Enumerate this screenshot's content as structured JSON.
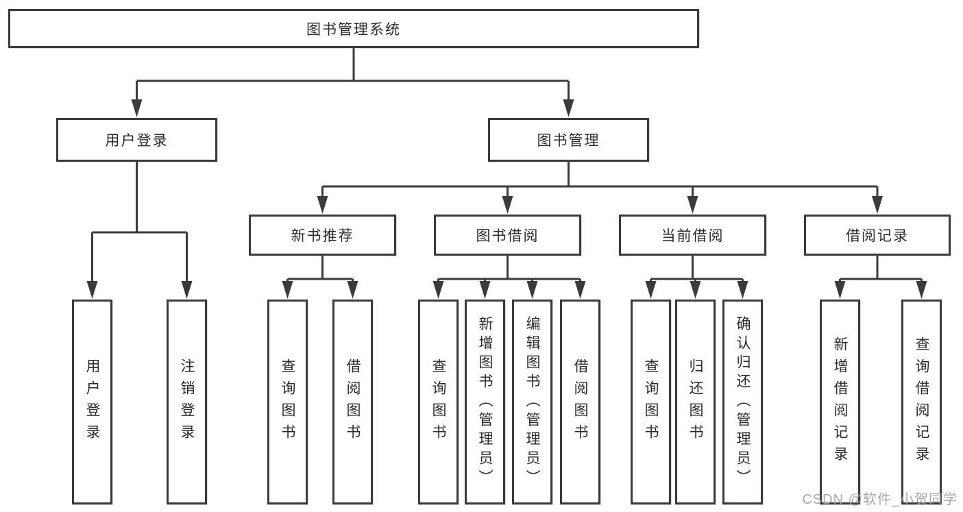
{
  "diagram": {
    "root": {
      "label": "图书管理系统"
    },
    "level2": [
      {
        "label": "用户登录"
      },
      {
        "label": "图书管理"
      }
    ],
    "level3": [
      {
        "label": "新书推荐"
      },
      {
        "label": "图书借阅"
      },
      {
        "label": "当前借阅"
      },
      {
        "label": "借阅记录"
      }
    ],
    "leaves": {
      "user_login": [
        {
          "label": "用户登录"
        },
        {
          "label": "注销登录"
        }
      ],
      "new_book_recommend": [
        {
          "label": "查询图书"
        },
        {
          "label": "借阅图书"
        }
      ],
      "book_borrow": [
        {
          "label": "查询图书"
        },
        {
          "label": "新增图书（管理员）"
        },
        {
          "label": "编辑图书（管理员）"
        },
        {
          "label": "借阅图书"
        }
      ],
      "current_borrow": [
        {
          "label": "查询图书"
        },
        {
          "label": "归还图书"
        },
        {
          "label": "确认归还（管理员）"
        }
      ],
      "borrow_records": [
        {
          "label": "新增借阅记录"
        },
        {
          "label": "查询借阅记录"
        }
      ]
    },
    "watermark": "CSDN @软件_小贺同学",
    "colors": {
      "line": "#3b3b3b",
      "text": "#2b2b2b",
      "box_fill": "#ffffff",
      "watermark": "#a0a0a0"
    }
  }
}
